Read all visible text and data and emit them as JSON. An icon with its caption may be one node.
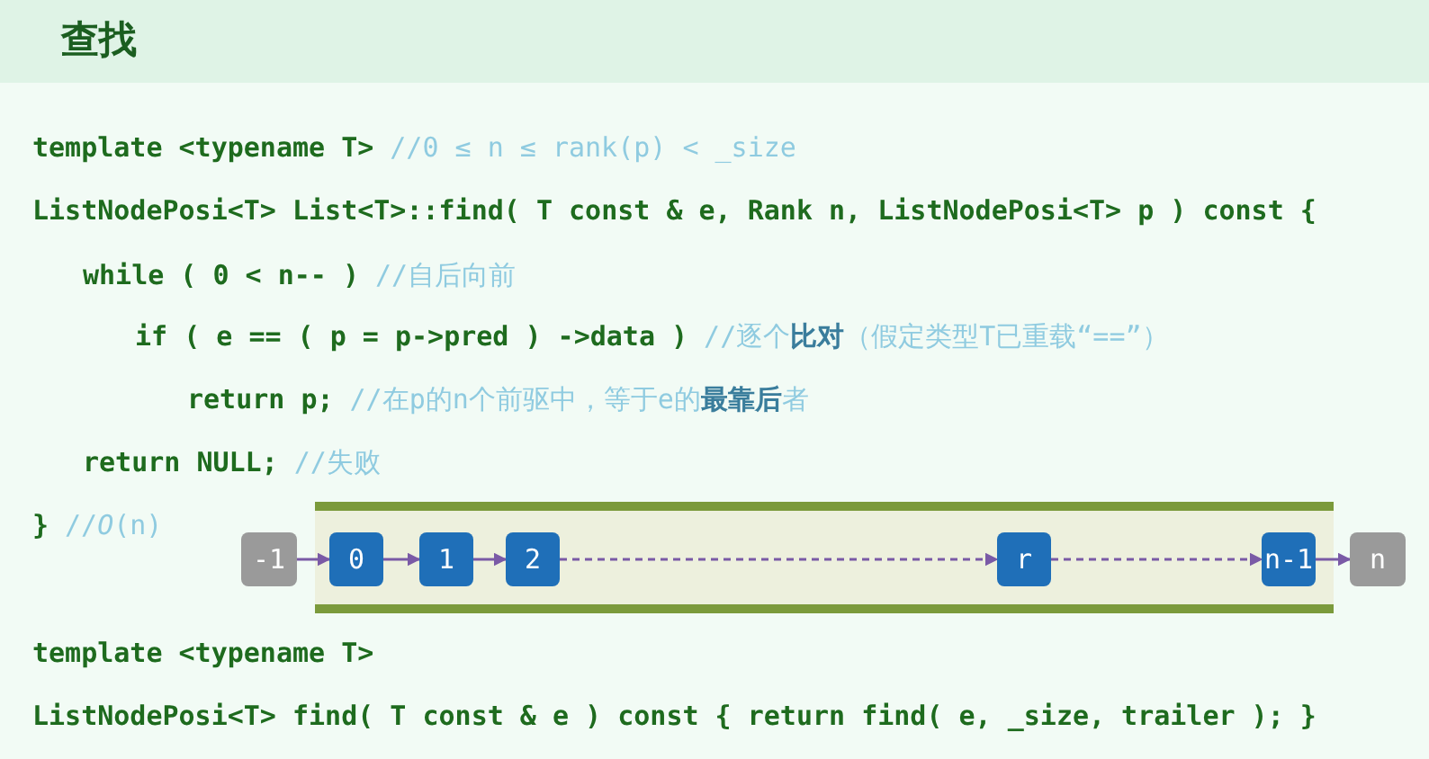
{
  "diagram": {
    "title": "查找",
    "nodes": [
      {
        "text": [
          "-1"
        ]
      },
      {
        "text": [],
        "shape": "box"
      },
      {
        "text": [
          "0"
        ],
        "in": 1
      },
      {
        "text": [
          "1"
        ],
        "in": 1
      },
      {
        "text": [
          "2"
        ],
        "in": 1
      },
      {
        "text": [
          "r"
        ],
        "in": 1
      },
      {
        "text": [
          "n-1"
        ],
        "in": 1
      },
      {
        "text": [
          "n"
        ]
      }
    ],
    "edges": [
      {
        "from": 0,
        "to": 2,
        "arrow": "to"
      },
      {
        "from": 2,
        "to": 3,
        "arrow": "to"
      },
      {
        "from": 3,
        "to": 4,
        "arrow": "to"
      },
      {
        "from": 4,
        "to": 5,
        "arrow": "to",
        "style": "dashed"
      },
      {
        "from": 5,
        "to": 6,
        "arrow": "to",
        "style": "dashed"
      },
      {
        "from": 6,
        "to": 7,
        "arrow": "to"
      }
    ],
    "labels": [
      "template <typename T>",
      "//0 ≤ n ≤ rank(p) < _size",
      "ListNodePosi<T> List<T>::find( T const & e, Rank n, ListNodePosi<T> p ) const {",
      "while ( 0 < n-- )",
      "//自后向前",
      "if ( e == ( p = p->pred ) ->data )",
      "//逐个**比对**（假定类型T已重载“==”）",
      "return p;",
      "//在p的n个前驱中，等于e的**最靠后**者",
      "return NULL;",
      "//失败",
      "}",
      "//*O*(n)",
      "template <typename T>",
      "ListNodePosi<T> find( T const & e ) const { return find( e, _size, trailer ); }"
    ]
  }
}
